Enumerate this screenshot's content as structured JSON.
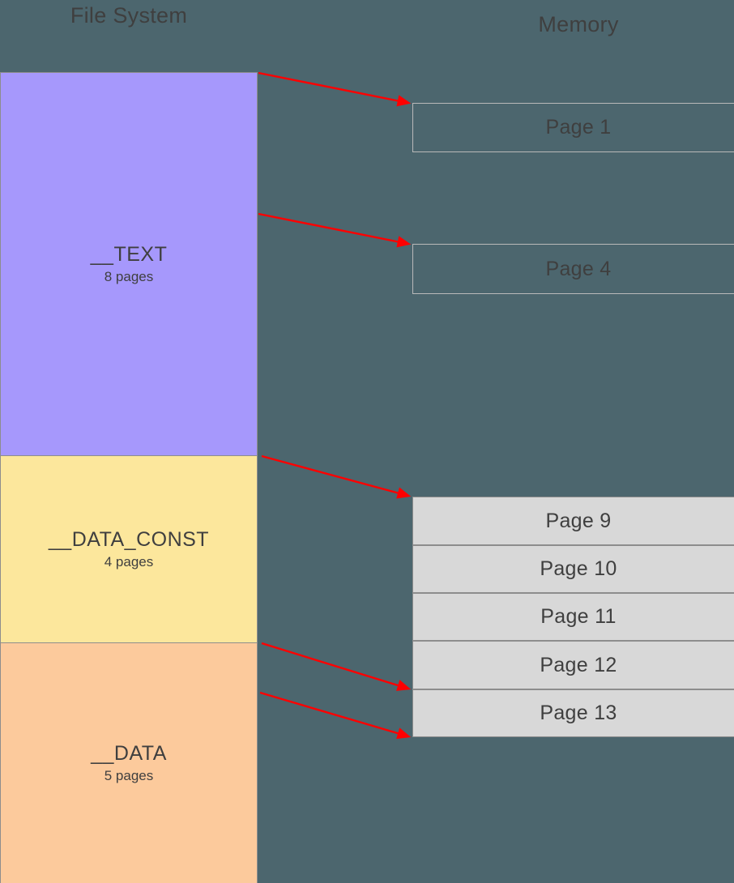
{
  "diagram": {
    "background_color": "#4c666e",
    "arrow_color": "#ff0000"
  },
  "columns": {
    "file_system_title": "File System",
    "memory_title": "Memory"
  },
  "file_system": {
    "segments": [
      {
        "name": "__TEXT",
        "pages_label": "8 pages",
        "page_count": 8,
        "color": "#a698fc"
      },
      {
        "name": "__DATA_CONST",
        "pages_label": "4 pages",
        "page_count": 4,
        "color": "#fce79c"
      },
      {
        "name": "__DATA",
        "pages_label": "5 pages",
        "page_count": 5,
        "color": "#fcca9c"
      }
    ]
  },
  "memory": {
    "pages": [
      {
        "label": "Page 1",
        "state": "outline"
      },
      {
        "label": "Page 4",
        "state": "outline"
      },
      {
        "label": "Page 9",
        "state": "filled"
      },
      {
        "label": "Page 10",
        "state": "filled"
      },
      {
        "label": "Page 11",
        "state": "filled"
      },
      {
        "label": "Page 12",
        "state": "filled"
      },
      {
        "label": "Page 13",
        "state": "filled"
      }
    ]
  },
  "mappings": [
    {
      "from_segment": "__TEXT",
      "to_page": "Page 1"
    },
    {
      "from_segment": "__TEXT",
      "to_page": "Page 4"
    },
    {
      "from_segment": "__DATA_CONST",
      "to_page": "Page 9"
    },
    {
      "from_segment": "__DATA_CONST",
      "to_page": "Page 12"
    },
    {
      "from_segment": "__DATA",
      "to_page": "Page 13"
    }
  ]
}
